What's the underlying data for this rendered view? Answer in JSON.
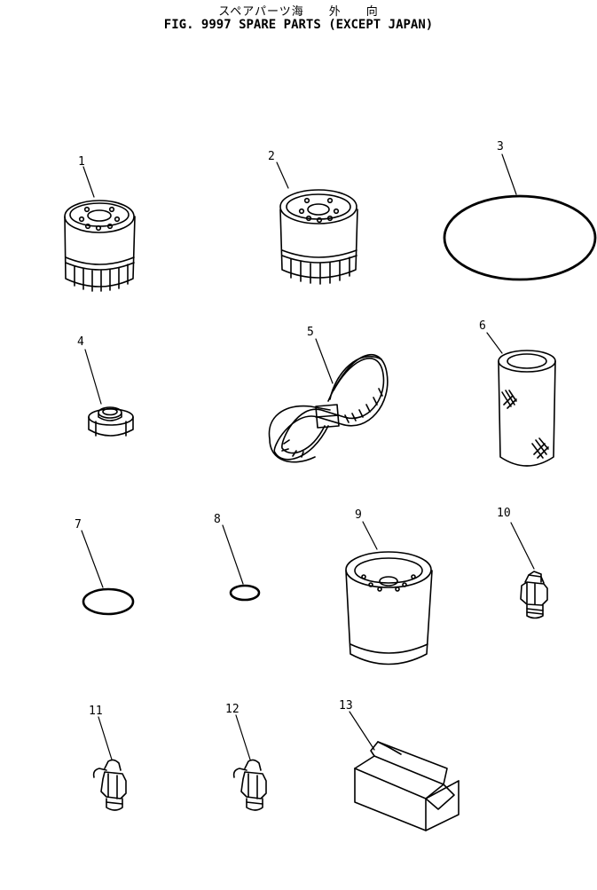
{
  "header": {
    "title_jp": "スペアパーツ海　　外　　向",
    "title_en": "FIG. 9997  SPARE PARTS (EXCEPT JAPAN)"
  },
  "parts": [
    {
      "number": "1",
      "icon": "oil-filter-icon"
    },
    {
      "number": "2",
      "icon": "oil-filter-icon"
    },
    {
      "number": "3",
      "icon": "o-ring-icon"
    },
    {
      "number": "4",
      "icon": "bushing-icon"
    },
    {
      "number": "5",
      "icon": "fan-belt-icon"
    },
    {
      "number": "6",
      "icon": "filter-element-icon"
    },
    {
      "number": "7",
      "icon": "o-ring-icon"
    },
    {
      "number": "8",
      "icon": "o-ring-icon"
    },
    {
      "number": "9",
      "icon": "fuel-filter-icon"
    },
    {
      "number": "10",
      "icon": "grease-fitting-icon"
    },
    {
      "number": "11",
      "icon": "grease-fitting-icon"
    },
    {
      "number": "12",
      "icon": "grease-fitting-icon"
    },
    {
      "number": "13",
      "icon": "box-icon"
    }
  ],
  "colors": {
    "line": "#000000",
    "background": "#ffffff"
  }
}
